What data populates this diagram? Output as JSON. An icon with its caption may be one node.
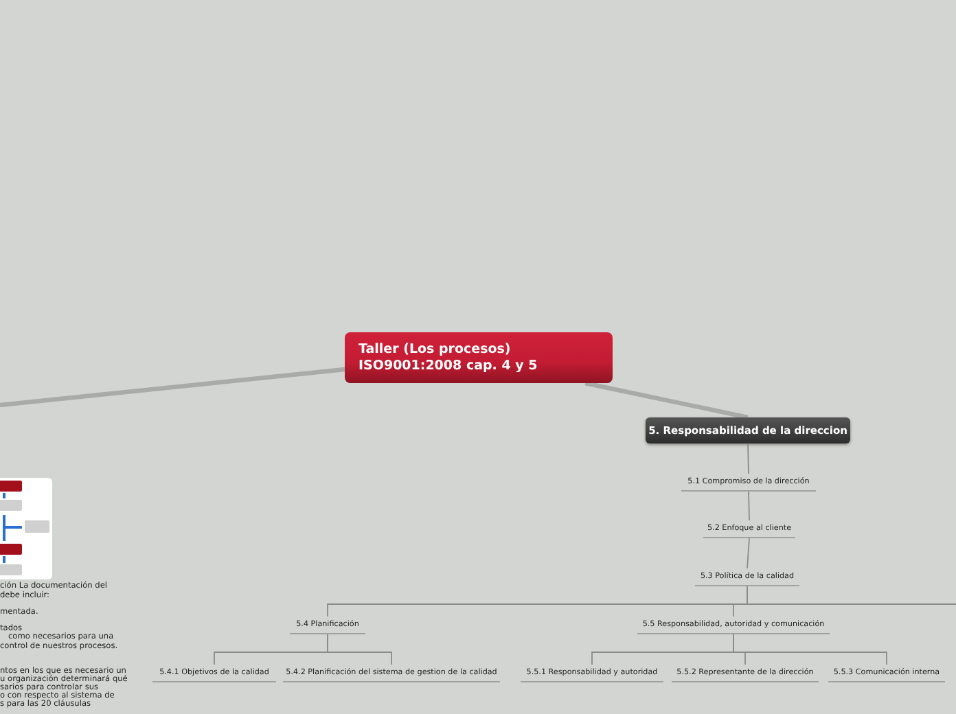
{
  "diagram": {
    "nodes": [
      {
        "text": [
          "Taller (Los procesos) ISO9001:2008 cap. 4 y 5"
        ]
      },
      {
        "text": [
          "5. Responsabilidad de la direccion"
        ]
      },
      {
        "text": [
          "5.1 Compromiso de la dirección"
        ]
      },
      {
        "text": [
          "5.2 Enfoque al cliente"
        ]
      },
      {
        "text": [
          "5.3 Política de la calidad"
        ]
      },
      {
        "text": [
          "5.4 Planificación"
        ]
      },
      {
        "text": [
          "5.5 Responsabilidad, autoridad y comunicación"
        ]
      },
      {
        "text": [
          "5.4.1 Objetivos de la calidad"
        ]
      },
      {
        "text": [
          "5.4.2 Planificación del sistema de gestion de la calidad"
        ]
      },
      {
        "text": [
          "5.5.1 Responsabilidad y autoridad"
        ]
      },
      {
        "text": [
          "5.5.2 Representante de la dirección"
        ]
      },
      {
        "text": [
          "5.5.3 Comunicación interna"
        ]
      },
      {
        "text": [],
        "shape": "picture"
      }
    ],
    "edges": [
      {
        "from": 0,
        "to": null,
        "arrow": "none",
        "style": "thick"
      },
      {
        "from": 0,
        "to": 1,
        "arrow": "none",
        "style": "thick"
      },
      {
        "from": 1,
        "to": 2,
        "arrow": "none"
      },
      {
        "from": 2,
        "to": 3,
        "arrow": "none"
      },
      {
        "from": 3,
        "to": 4,
        "arrow": "none"
      },
      {
        "from": 4,
        "to": 5,
        "arrow": "none"
      },
      {
        "from": 4,
        "to": 6,
        "arrow": "none"
      },
      {
        "from": 4,
        "to": null,
        "arrow": "none"
      },
      {
        "from": 5,
        "to": 7,
        "arrow": "none"
      },
      {
        "from": 5,
        "to": 8,
        "arrow": "none"
      },
      {
        "from": 6,
        "to": 9,
        "arrow": "none"
      },
      {
        "from": 6,
        "to": 10,
        "arrow": "none"
      },
      {
        "from": 6,
        "to": 11,
        "arrow": "none"
      }
    ],
    "labels": [
      "ción La documentación del",
      "debe incluir:",
      "mentada.",
      "tados",
      "como necesarios para una",
      "control de nuestros procesos.",
      "ntos en los que es necesario un",
      "u organización determinará qué",
      "sarios para controlar sus",
      "o con respecto al sistema de",
      "s para las 20 cláusulas"
    ]
  }
}
